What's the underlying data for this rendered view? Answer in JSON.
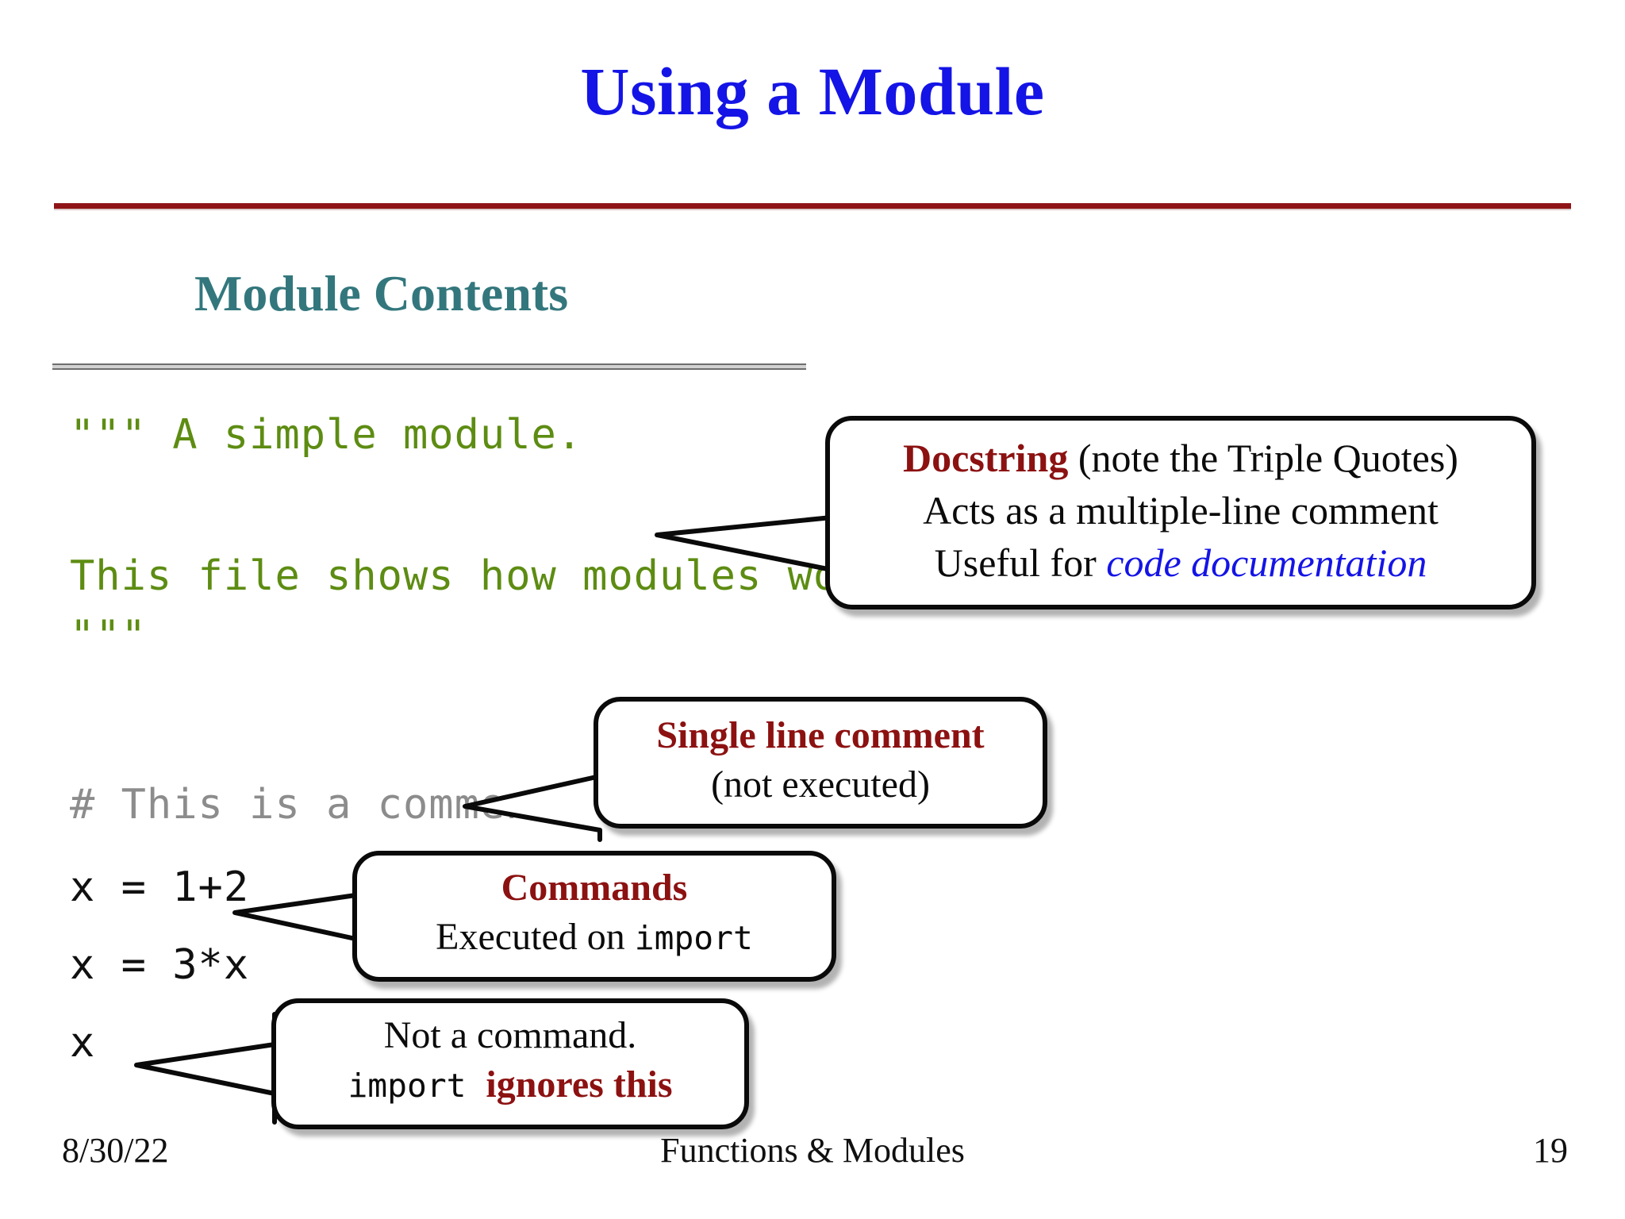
{
  "slide": {
    "title": "Using a Module",
    "section_heading": "Module Contents",
    "colors": {
      "title_blue": "#1414E6",
      "rule_red": "#8E1416",
      "heading_teal": "#33777D",
      "code_green": "#5D8C12",
      "code_gray": "#8C8C8C",
      "accent_dark_red": "#8C1111"
    }
  },
  "code": {
    "docstring_open": "\"\"\" A simple module.",
    "docstring_body": "This file shows how modules work",
    "docstring_close": "\"\"\"",
    "comment_line": "# This is a comment",
    "stmt_1": "x = 1+2",
    "stmt_2": "x = 3*x",
    "stmt_3": "x"
  },
  "callouts": {
    "docstring": {
      "line1_strong": "Docstring",
      "line1_rest": " (note the Triple Quotes)",
      "line2": "Acts as a multiple-line comment",
      "line3_prefix": "Useful for ",
      "line3_em": "code documentation"
    },
    "single_line": {
      "line1": "Single line comment",
      "line2": "(not executed)"
    },
    "commands": {
      "line1": "Commands",
      "line2_prefix": "Executed on ",
      "line2_mono": "import"
    },
    "not_command": {
      "line1": "Not a command.",
      "line2_mono": "import ",
      "line2_strong": "ignores this"
    }
  },
  "footer": {
    "date": "8/30/22",
    "title": "Functions & Modules",
    "page": "19"
  }
}
